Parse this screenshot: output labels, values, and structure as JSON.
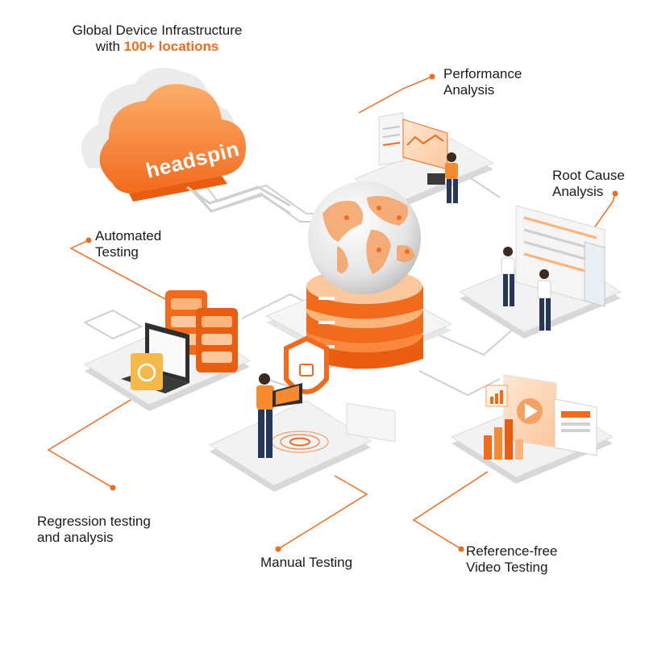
{
  "header": {
    "line1": "Global Device Infrastructure",
    "line2_prefix": "with ",
    "line2_highlight": "100+ locations"
  },
  "logo": {
    "text": "headspin"
  },
  "labels": {
    "performance": [
      "Performance",
      "Analysis"
    ],
    "root_cause": [
      "Root Cause",
      "Analysis"
    ],
    "automated": [
      "Automated",
      "Testing"
    ],
    "regression": [
      "Regression testing",
      "and analysis"
    ],
    "manual": [
      "Manual Testing"
    ],
    "video": [
      "Reference-free",
      "Video Testing"
    ]
  },
  "colors": {
    "accent": "#f26b1d",
    "accent_light": "#fbb57a",
    "platform": "#ececec",
    "platform_shadow": "#cfcfcf",
    "text": "#1a1a1a"
  }
}
